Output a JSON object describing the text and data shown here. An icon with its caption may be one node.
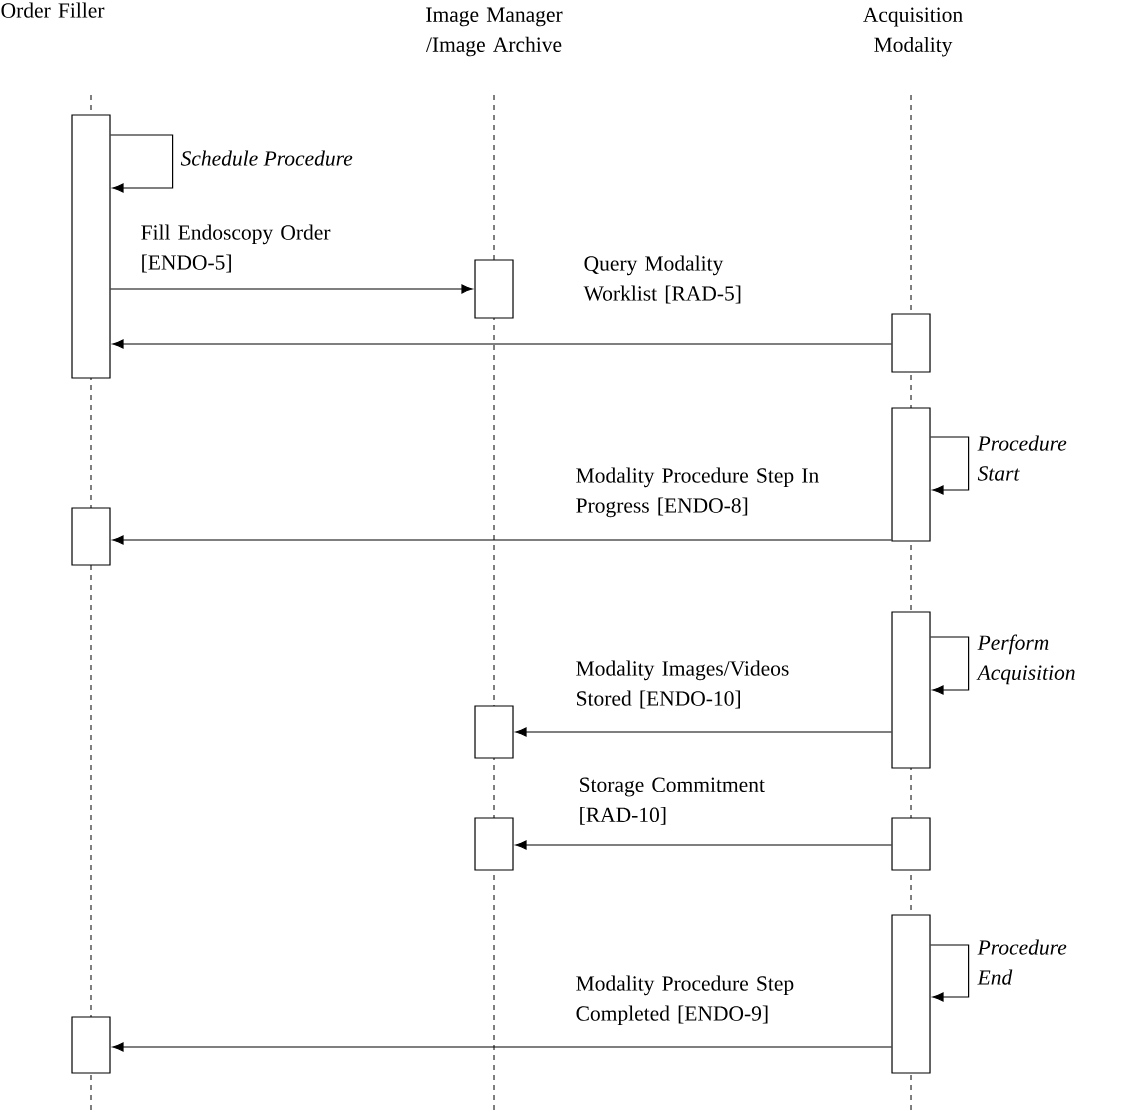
{
  "diagram": {
    "nodes": [
      {
        "text": [
          "Order Filler"
        ]
      },
      {
        "text": [
          "Image Manager /Image Archive"
        ]
      },
      {
        "text": [
          "Acquisition Modality"
        ]
      },
      {
        "text": [],
        "shape": "bar"
      },
      {
        "text": [],
        "shape": "bar"
      },
      {
        "text": [],
        "shape": "bar"
      },
      {
        "text": [],
        "shape": "bar"
      },
      {
        "text": [],
        "shape": "bar"
      },
      {
        "text": [],
        "shape": "bar"
      },
      {
        "text": [],
        "shape": "bar"
      },
      {
        "text": [],
        "shape": "bar"
      },
      {
        "text": [],
        "shape": "bar"
      },
      {
        "text": [],
        "shape": "bar"
      },
      {
        "text": [],
        "shape": "bar"
      }
    ],
    "edges": [
      {
        "from": 3,
        "to": 3,
        "arrow": "to",
        "label": "Schedule Procedure"
      },
      {
        "from": 3,
        "to": 4,
        "arrow": "to",
        "label": "Fill Endoscopy Order [ENDO-5]"
      },
      {
        "from": 5,
        "to": 3,
        "arrow": "to",
        "label": "Query Modality Worklist [RAD-5]"
      },
      {
        "from": 6,
        "to": 6,
        "arrow": "to",
        "label": "Procedure Start"
      },
      {
        "from": 6,
        "to": 7,
        "arrow": "to",
        "label": "Modality Procedure Step In Progress [ENDO-8]"
      },
      {
        "from": 8,
        "to": 8,
        "arrow": "to",
        "label": "Perform Acquisition"
      },
      {
        "from": 8,
        "to": 9,
        "arrow": "to",
        "label": "Modality Images/Videos Stored [ENDO-10]"
      },
      {
        "from": 11,
        "to": 10,
        "arrow": "to",
        "label": "Storage Commitment [RAD-10]"
      },
      {
        "from": 12,
        "to": 12,
        "arrow": "to",
        "label": "Procedure End"
      },
      {
        "from": 12,
        "to": 13,
        "arrow": "to",
        "label": "Modality Procedure Step Completed [ENDO-9]"
      }
    ]
  }
}
